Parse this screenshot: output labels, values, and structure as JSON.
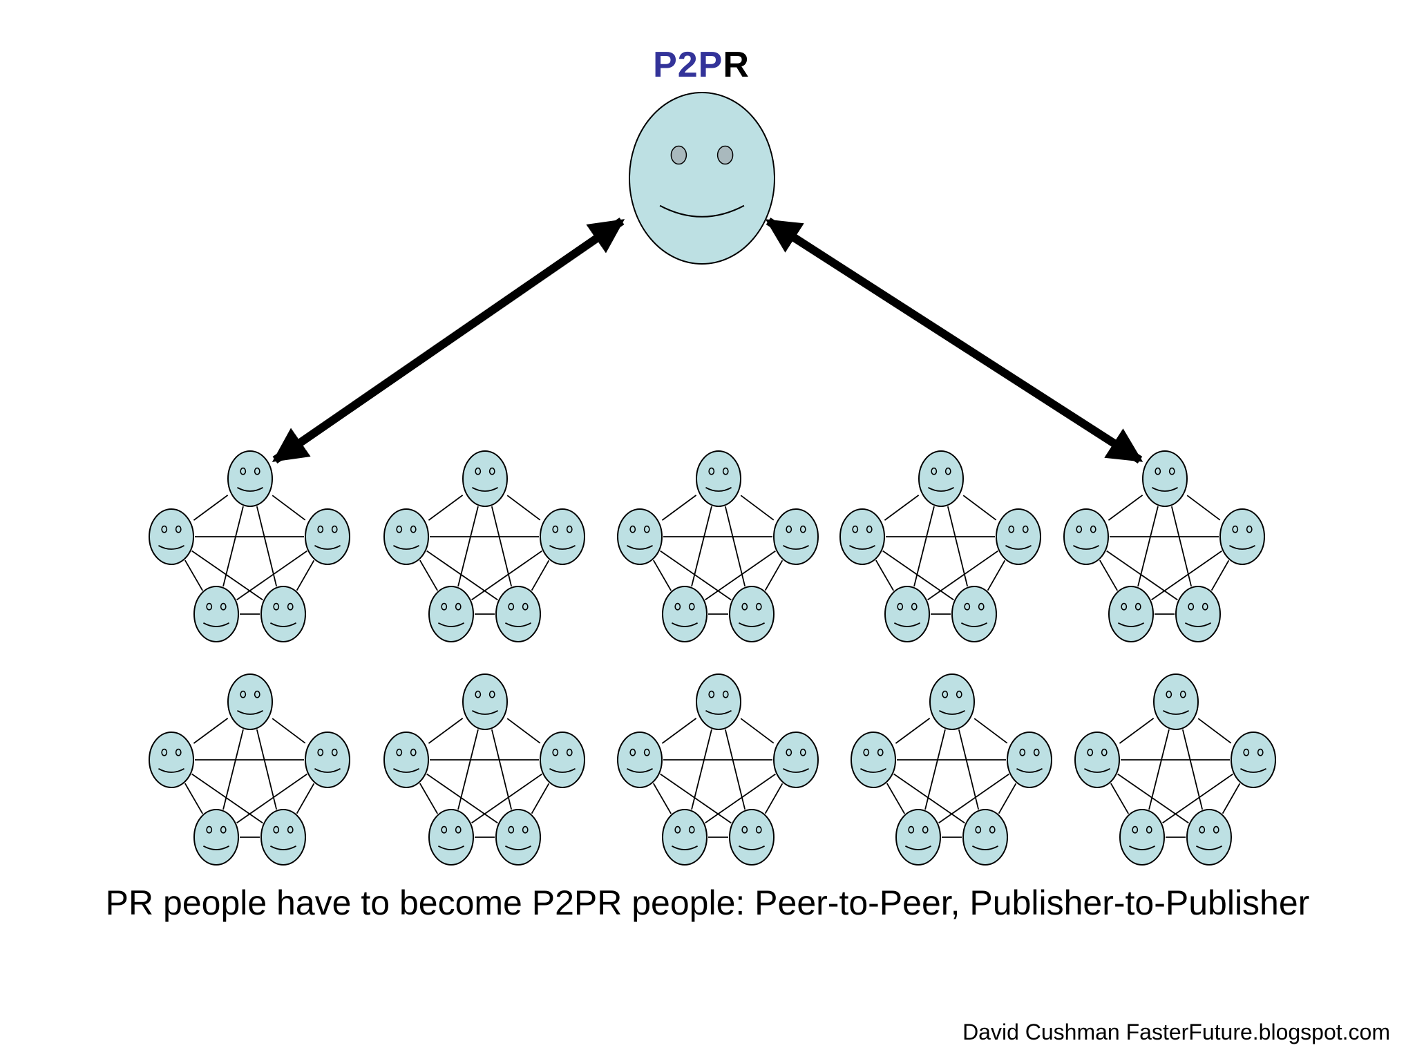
{
  "title": {
    "part1": "P2P",
    "part2": "R",
    "accent_color": "#333399"
  },
  "caption": "PR people have to become P2PR people: Peer-to-Peer, Publisher-to-Publisher",
  "credit": "David Cushman FasterFuture.blogspot.com",
  "colors": {
    "face_fill": "#bde0e3",
    "eye_fill": "#a9b9bd",
    "stroke": "#000000"
  },
  "hub": {
    "name": "P2PR person"
  },
  "arrows": [
    {
      "name": "arrow-to-left-group",
      "from": "hub",
      "to": "group-1",
      "direction": "bidirectional"
    },
    {
      "name": "arrow-to-right-group",
      "from": "hub",
      "to": "group-5",
      "direction": "bidirectional"
    }
  ],
  "groups": {
    "rows": 2,
    "per_row": 5,
    "faces_per_group": 5,
    "links": "fully-connected"
  }
}
